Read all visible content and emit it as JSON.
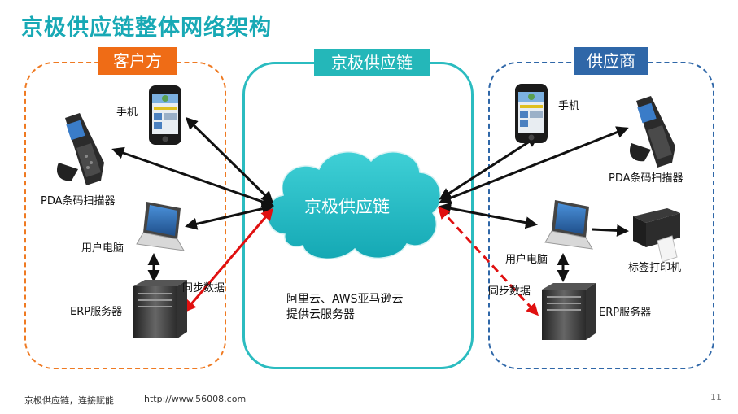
{
  "title": "京极供应链整体网络架构",
  "zones": {
    "client": "客户方",
    "center": "京极供应链",
    "supplier": "供应商"
  },
  "cloud_label": "京极供应链",
  "client": {
    "phone": "手机",
    "pda": "PDA条码扫描器",
    "pc": "用户电脑",
    "sync": "同步数据",
    "erp": "ERP服务器"
  },
  "supplier": {
    "phone": "手机",
    "pda": "PDA条码扫描器",
    "pc": "用户电脑",
    "printer": "标签打印机",
    "sync": "同步数据",
    "erp": "ERP服务器"
  },
  "cloud_note": {
    "line1": "阿里云、AWS亚马逊云",
    "line2": "提供云服务器"
  },
  "footer": {
    "left": "京极供应链，连接赋能",
    "url": "http://www.56008.com",
    "page": "11"
  },
  "colors": {
    "title": "#18a9b5",
    "client_accent": "#ef6c16",
    "center_accent": "#24b7b9",
    "supplier_accent": "#2f67a8",
    "sync_arrow": "#e01010"
  }
}
